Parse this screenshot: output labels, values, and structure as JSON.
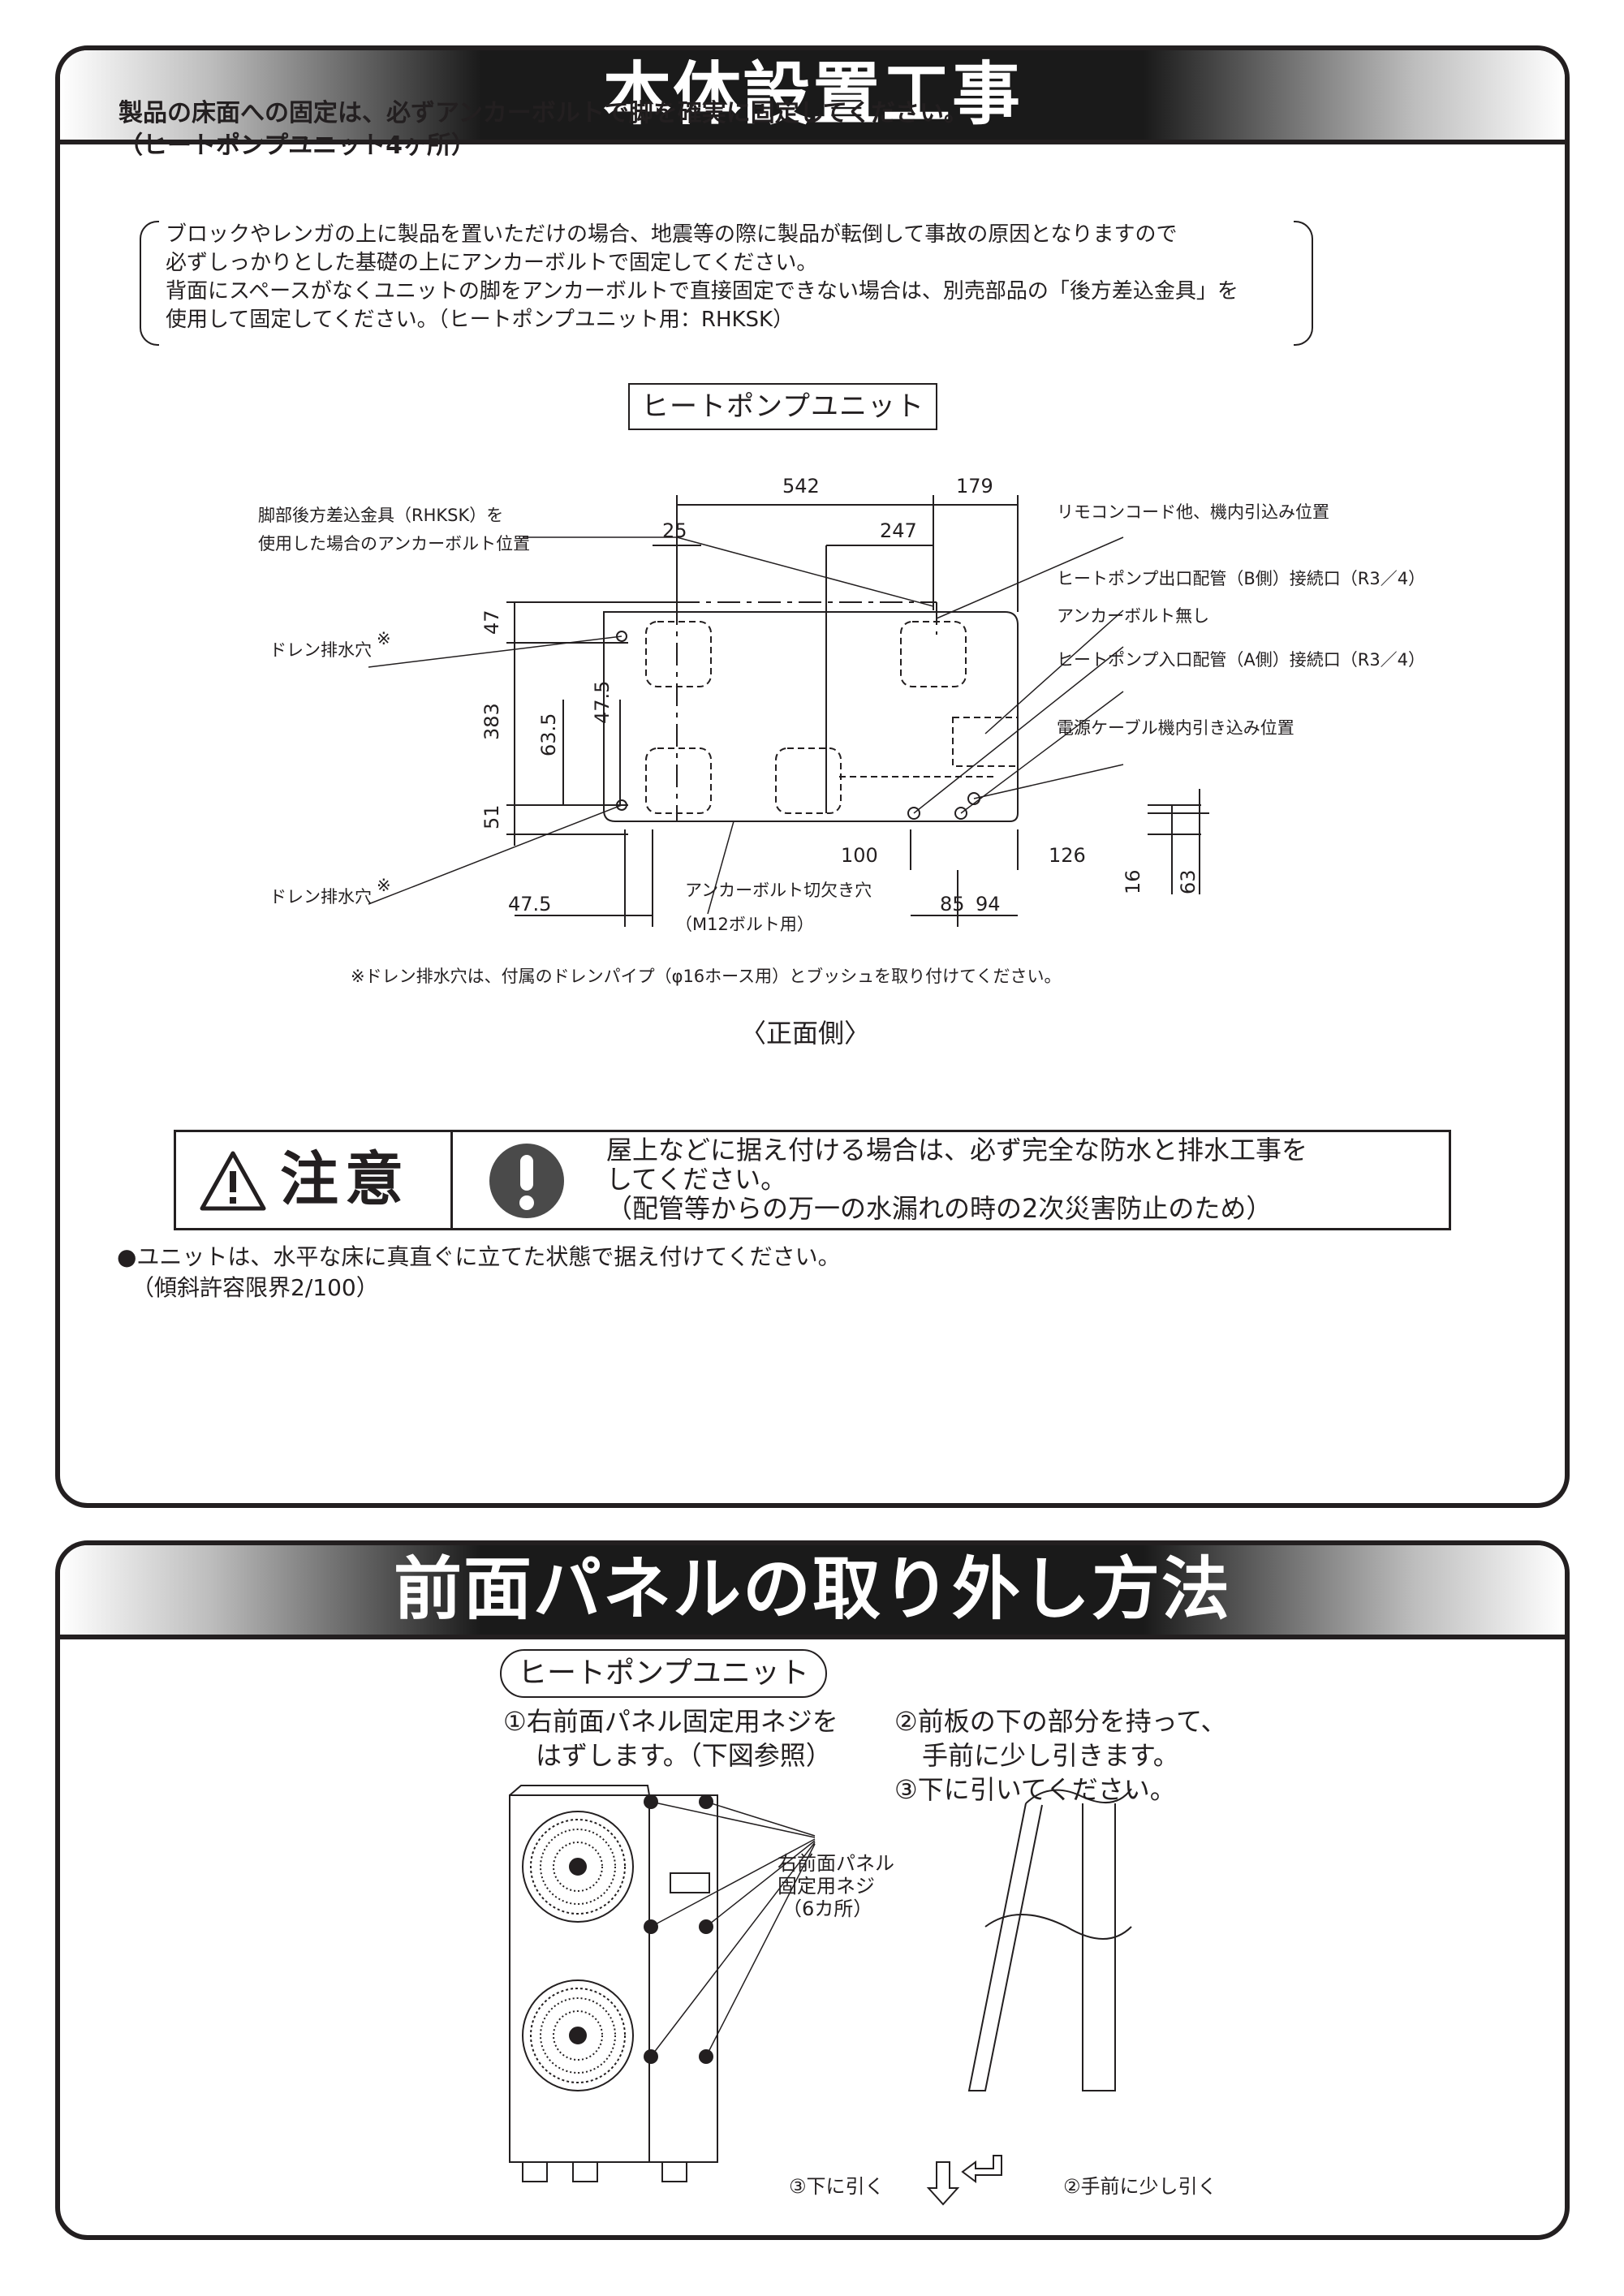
{
  "section1": {
    "title": "本体設置工事",
    "lead_line1": "製品の床面への固定は、必ずアンカーボルトで脚を確実に固定してください。",
    "lead_line2": "（ヒートポンプユニット4ヶ所）",
    "note_lines": [
      "ブロックやレンガの上に製品を置いただけの場合、地震等の際に製品が転倒して事故の原因となりますので",
      "必ずしっかりとした基礎の上にアンカーボルトで固定してください。",
      "背面にスペースがなくユニットの脚をアンカーボルトで直接固定できない場合は、別売部品の「後方差込金具」を",
      "使用して固定してください。（ヒートポンプユニット用：RHKSK）"
    ],
    "diagram": {
      "unit_label": "ヒートポンプユニット",
      "dims": [
        "542",
        "179",
        "25",
        "247",
        "47",
        "383",
        "47.5",
        "63.5",
        "51",
        "100",
        "126",
        "16",
        "63",
        "47.5",
        "85",
        "94"
      ],
      "left_labels": [
        "脚部後方差込金具（RHKSK）を",
        "使用した場合のアンカーボルト位置",
        "ドレン排水穴",
        "ドレン排水穴"
      ],
      "right_labels": [
        "リモコンコード他、機内引込み位置",
        "ヒートポンプ出口配管（B側）接続口（R3／4）",
        "アンカーボルト無し",
        "ヒートポンプ入口配管（A側）接続口（R3／4）",
        "電源ケーブル機内引き込み位置"
      ],
      "bottom_labels": [
        "アンカーボルト切欠き穴",
        "（M12ボルト用）"
      ],
      "footnote": "※ドレン排水穴は、付属のドレンパイプ（φ16ホース用）とブッシュを取り付けてください。",
      "front_label": "〈正面側〉",
      "mark": "※"
    },
    "caution": {
      "word": "注意",
      "lines": [
        "屋上などに据え付ける場合は、必ず完全な防水と排水工事を",
        "してください。",
        "（配管等からの万一の水漏れの時の2次災害防止のため）"
      ]
    },
    "bullet_line1": "●ユニットは、水平な床に真直ぐに立てた状態で据え付けてください。",
    "bullet_line2": "（傾斜許容限界2/100）"
  },
  "section2": {
    "title": "前面パネルの取り外し方法",
    "unit_label": "ヒートポンプユニット",
    "step1_line1": "①右前面パネル固定用ネジを",
    "step1_line2": "はずします。（下図参照）",
    "step2_line1": "②前板の下の部分を持って、",
    "step2_line2": "手前に少し引きます。",
    "step3": "③下に引いてください。",
    "screw_label": [
      "右前面パネル",
      "固定用ネジ",
      "（6カ所）"
    ],
    "pull_down": "③下に引く",
    "pull_forward": "②手前に少し引く"
  },
  "colors": {
    "ink": "#231f20",
    "header_dark": "#1a1a1a",
    "bang": "#4a4a4a"
  }
}
